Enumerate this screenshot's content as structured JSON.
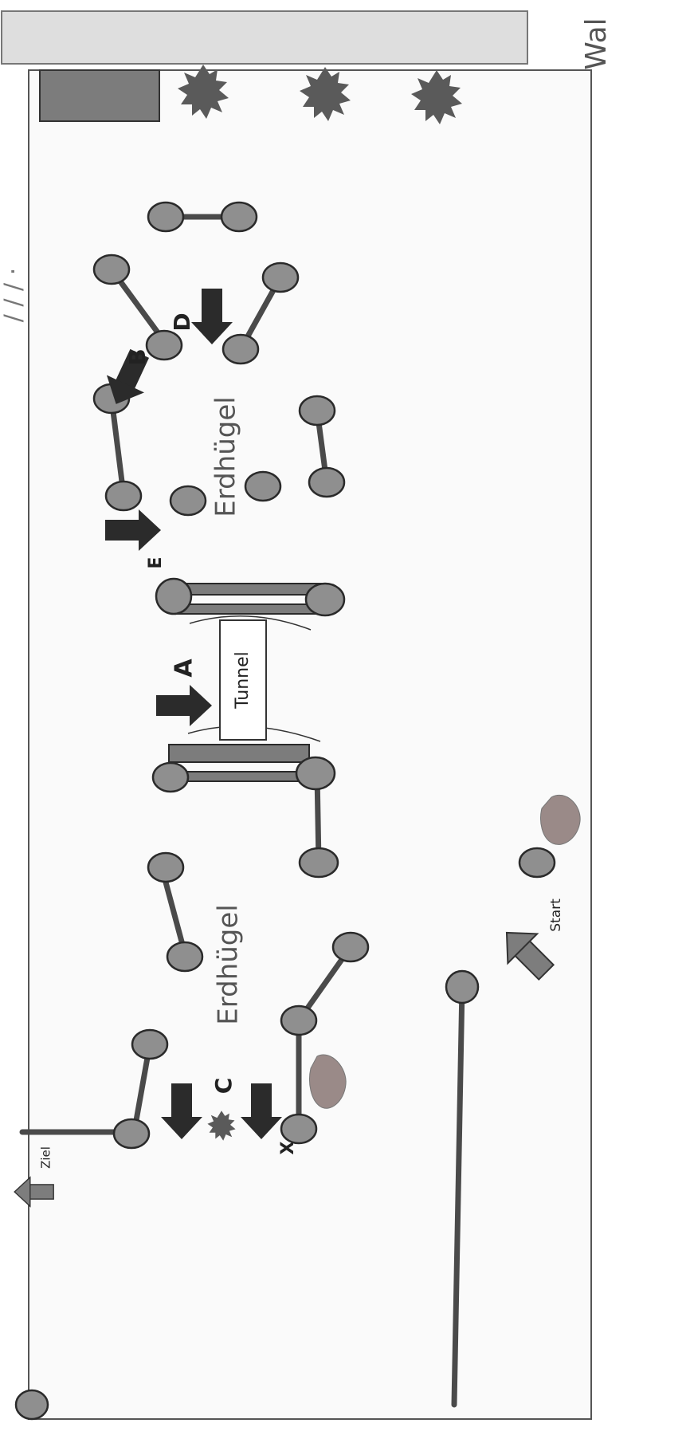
{
  "labels": {
    "wald": "Wal",
    "erdhuegel_top": "Erdhügel",
    "erdhuegel_bottom": "Erdhügel",
    "tunnel": "Tunnel",
    "start": "Start",
    "ziel": "Ziel",
    "fragment": "/ / / ·",
    "marker_a": "A",
    "marker_b": "B",
    "marker_c": "C",
    "marker_d": "D",
    "marker_e": "E",
    "marker_x": "X"
  },
  "colors": {
    "post_fill": "#8f8f8f",
    "post_stroke": "#2a2a2a",
    "bar": "#4a4a4a",
    "arrow_dark": "#2b2b2b",
    "arrow_grey": "#7d7d7d",
    "forest_band": "#dedede",
    "box": "#7c7c7c",
    "field_bg": "#fafafa",
    "tree": "#5a5a5a",
    "rock": "#9a8a88",
    "label_text": "#555555"
  },
  "icons": {
    "tree": "tree-icon",
    "rock": "rock-icon",
    "arrow": "arrow-icon"
  }
}
